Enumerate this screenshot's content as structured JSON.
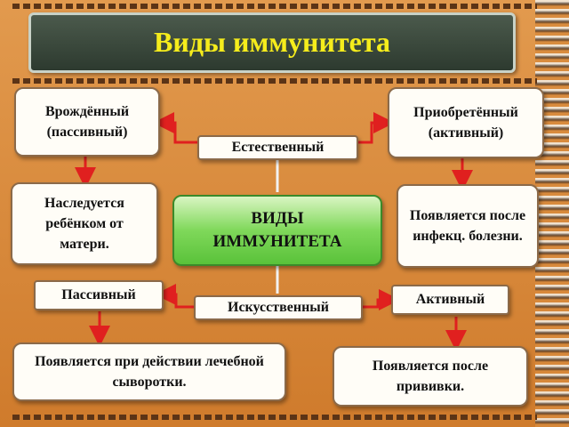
{
  "title": "Виды иммунитета",
  "center": "ВИДЫ ИММУНИТЕТА",
  "boxes": {
    "innate": "Врождённый (пассивный)",
    "acquired": "Приобретённый (активный)",
    "natural": "Естественный",
    "inherited": "Наследуется ребёнком от матери.",
    "after_disease": "Появляется после инфекц. болезни.",
    "passive": "Пассивный",
    "active": "Активный",
    "artificial": "Искусственный",
    "serum": "Появляется при действии лечебной сыворотки.",
    "vaccine": "Появляется после прививки."
  },
  "colors": {
    "background": "#d88a3c",
    "title_text": "#f5ec1c",
    "arrow": "#e0201f",
    "center_fill": "#7fd85a"
  }
}
